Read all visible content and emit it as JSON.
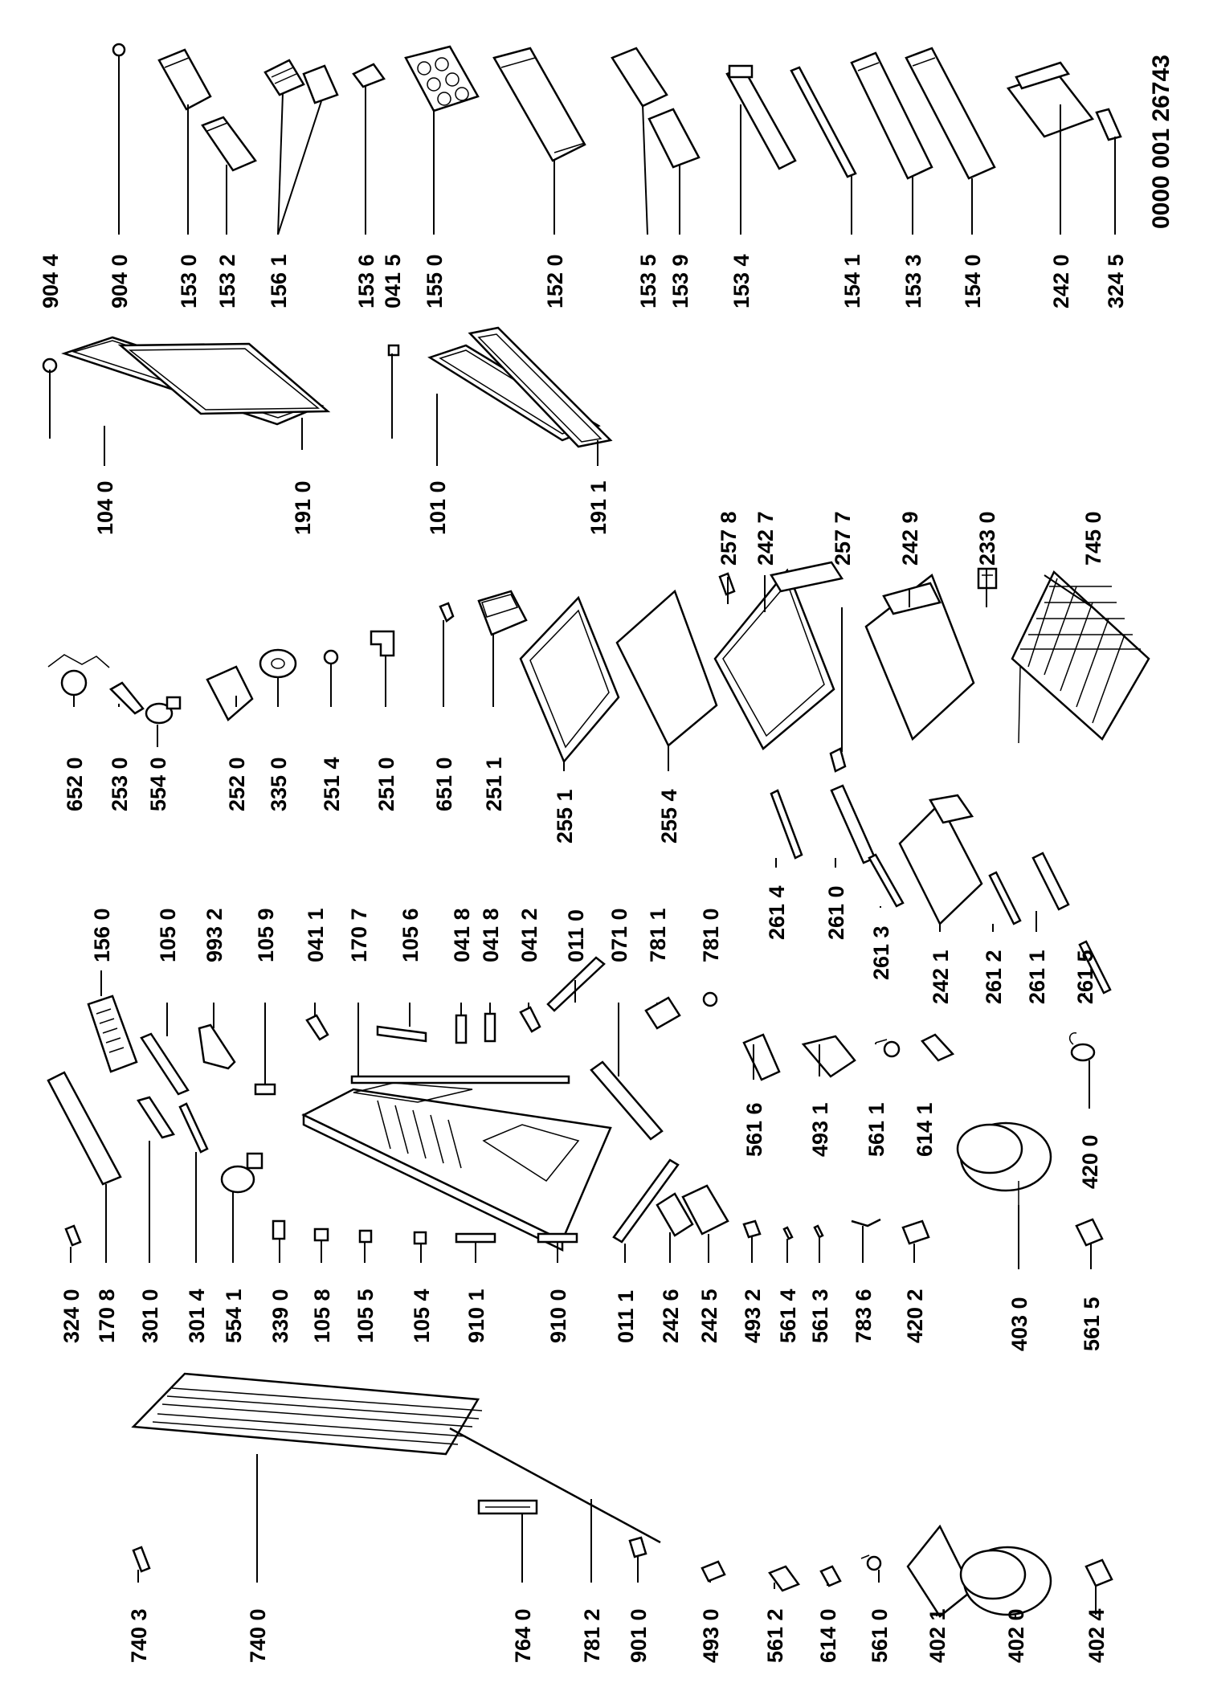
{
  "document_number": "0000 001 26743",
  "labels": [
    "904 4",
    "904 0",
    "153 0",
    "153 2",
    "156 1",
    "153 6",
    "041 5",
    "155 0",
    "152 0",
    "153 5",
    "153 9",
    "153 4",
    "154 1",
    "153 3",
    "154 0",
    "242 0",
    "324 5",
    "104 0",
    "191 0",
    "101 0",
    "191 1",
    "257 8",
    "242 7",
    "257 7",
    "242 9",
    "233 0",
    "745 0",
    "652 0",
    "253 0",
    "554 0",
    "252 0",
    "335 0",
    "251 4",
    "251 0",
    "651 0",
    "251 1",
    "255 1",
    "255 4",
    "261 4",
    "261 0",
    "261 3",
    "242 1",
    "261 2",
    "261 1",
    "261 5",
    "156 0",
    "105 0",
    "993 2",
    "105 9",
    "041 1",
    "170 7",
    "105 6",
    "041 8",
    "041 8",
    "041 2",
    "011 0",
    "071 0",
    "781 1",
    "781 0",
    "561 6",
    "493 1",
    "561 1",
    "614 1",
    "420 0",
    "324 0",
    "170 8",
    "301 0",
    "301 4",
    "554 1",
    "339 0",
    "105 8",
    "105 5",
    "105 4",
    "910 1",
    "910 0",
    "011 1",
    "242 6",
    "242 5",
    "493 2",
    "561 4",
    "561 3",
    "783 6",
    "420 2",
    "403 0",
    "561 5",
    "740 3",
    "740 0",
    "764 0",
    "781 2",
    "901 0",
    "493 0",
    "561 2",
    "614 0",
    "561 0",
    "402 1",
    "402 0",
    "402 4"
  ]
}
